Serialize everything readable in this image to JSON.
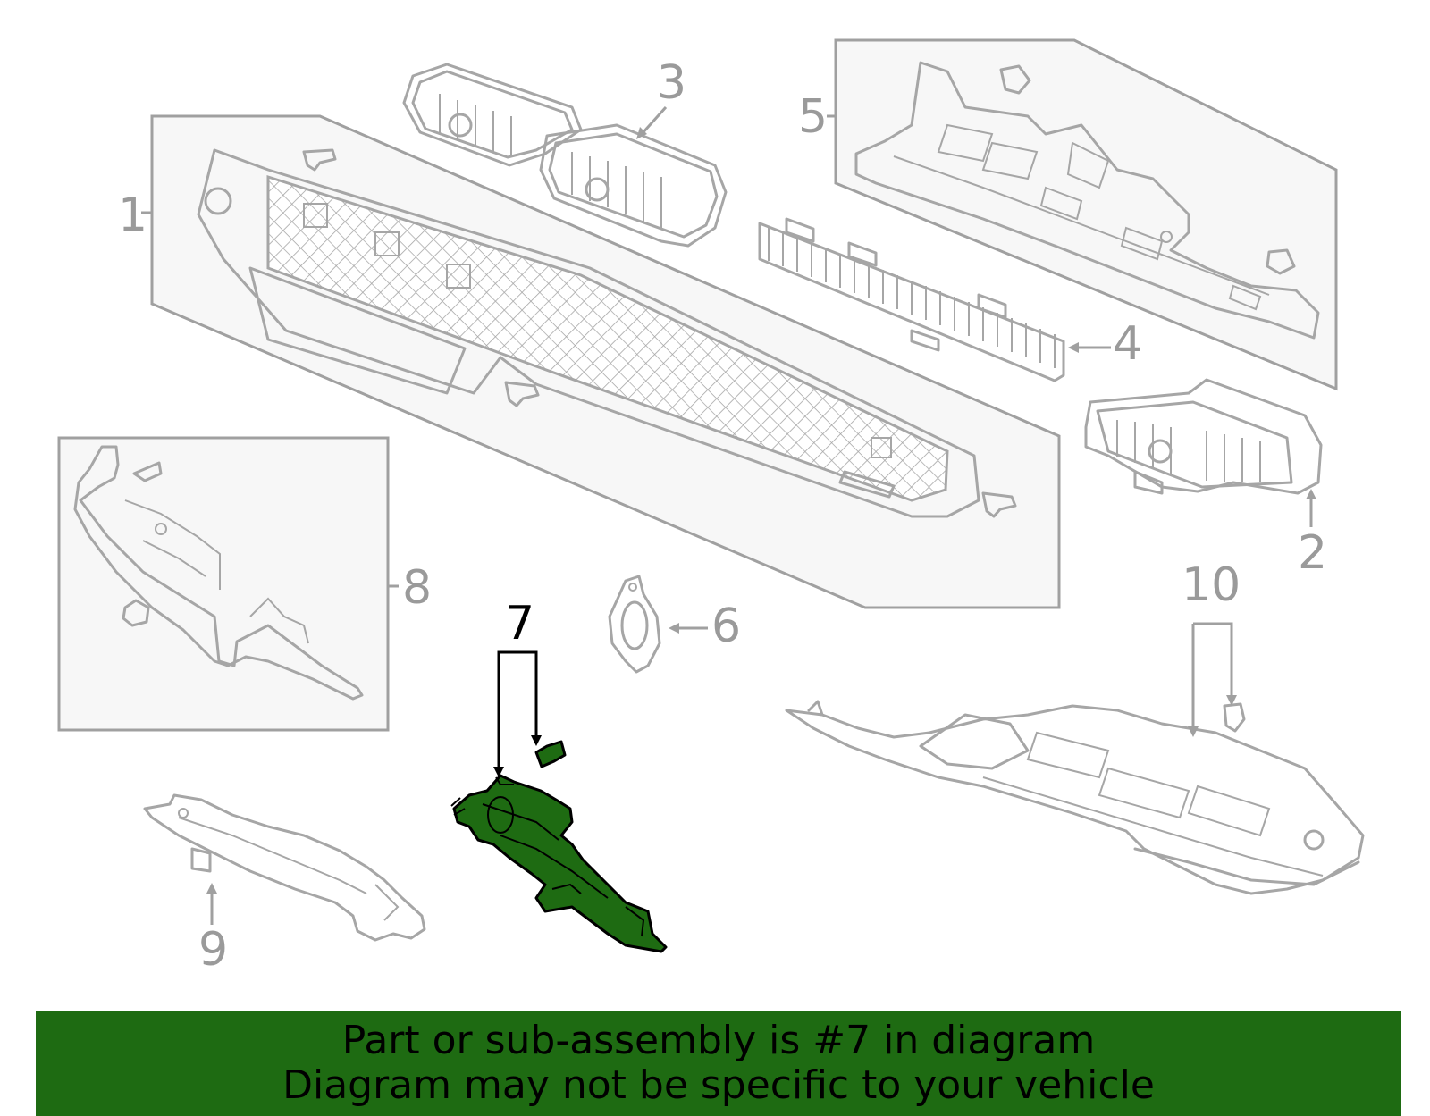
{
  "diagram": {
    "callouts": [
      "1",
      "2",
      "3",
      "4",
      "5",
      "6",
      "7",
      "8",
      "9",
      "10"
    ],
    "highlighted_callout": "7"
  },
  "colors": {
    "highlight_fill": "#1e6b12",
    "line_gray": "#a6a6a6",
    "panel_bg": "#f7f7f7",
    "banner_bg": "#1e6b12"
  },
  "banner": {
    "line1": "Part or sub-assembly is #7 in diagram",
    "line2": "Diagram may not be specific to your vehicle"
  }
}
